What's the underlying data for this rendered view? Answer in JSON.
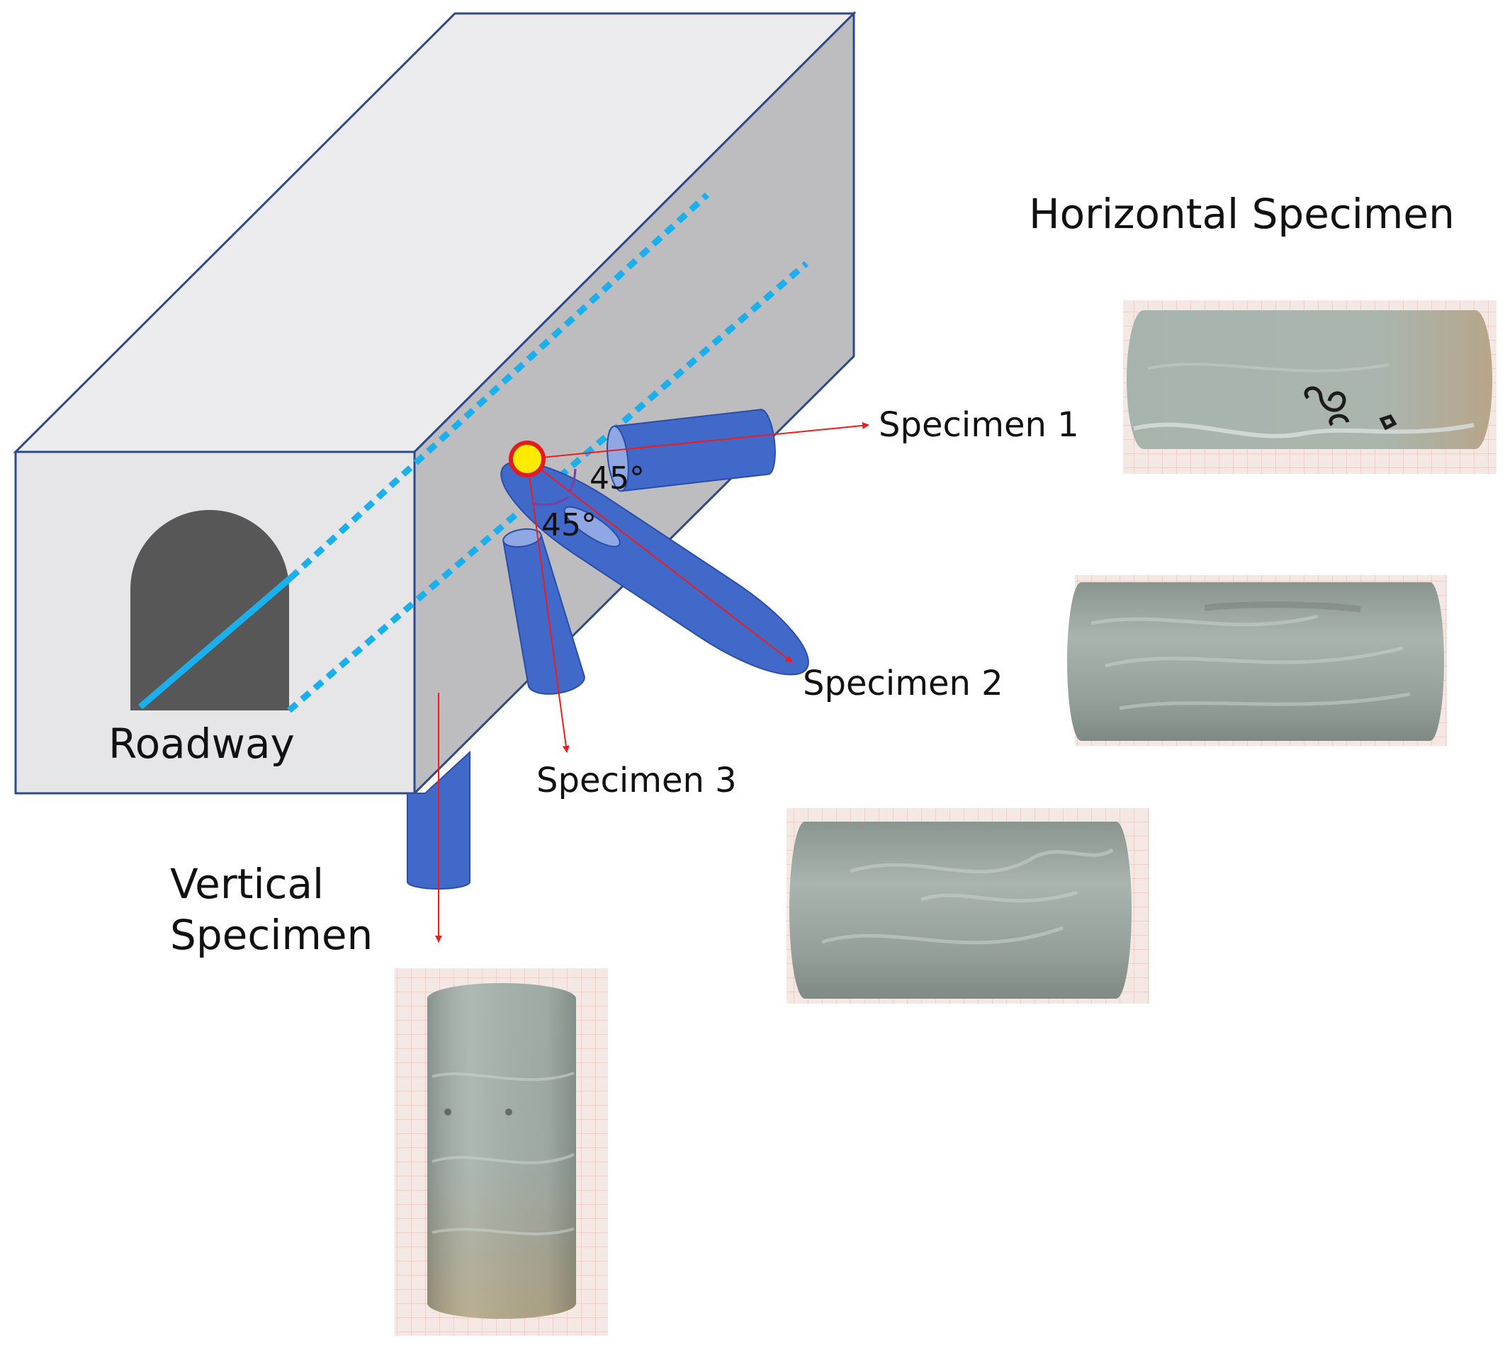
{
  "labels": {
    "horizontal_specimen": "Horizontal Specimen",
    "vertical_specimen_line1": "Vertical",
    "vertical_specimen_line2": "Specimen",
    "roadway": "Roadway",
    "specimen_1": "Specimen 1",
    "specimen_2": "Specimen 2",
    "specimen_3": "Specimen 3",
    "angle_upper": "45°",
    "angle_lower": "45°"
  },
  "colors": {
    "block_front": "#e6e6e9",
    "block_top": "#ececee",
    "block_side": "#bdbdbf",
    "block_edge": "#2f4a8a",
    "roadway_fill": "#575757",
    "dotted_line": "#1ab0ee",
    "core_fill": "#4169c9",
    "core_edge": "#2a4ea8",
    "arrow": "#ee1c1c",
    "point_fill": "#ffeb00",
    "point_edge": "#e31b1b",
    "angle_arc": "#7a3fa0"
  }
}
